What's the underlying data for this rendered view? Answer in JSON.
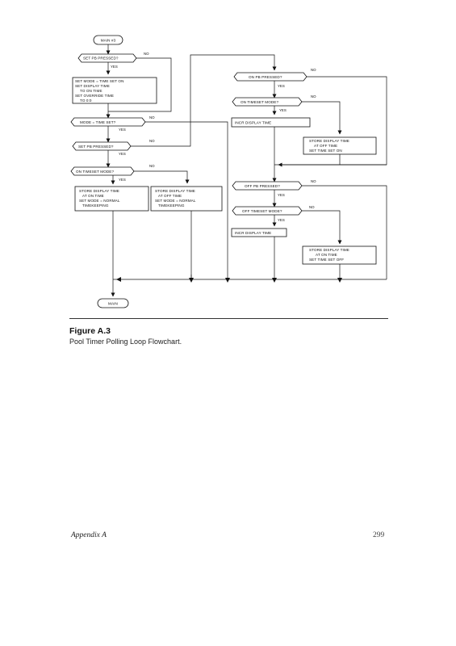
{
  "flowchart": {
    "main_start": "MAIN #3",
    "set_pb_pressed_1": "SET PB PRESSED?",
    "set_mode_lines": [
      "SET MODE = TIME SET ON",
      "SET DISPLAY TIME",
      "TO ON TIME",
      "SET OVERRIDE TIME",
      "TO 0:0"
    ],
    "mode_time_set": "MODE = TIME SET?",
    "set_pb_pressed_2": "SET PB PRESSED?",
    "on_timeset_mode_left": "ON TIMESET MODE?",
    "store_on_lines": [
      "STORE DISPLAY TIME",
      "AT ON TIME",
      "SET MODE = NORMAL",
      "TIMEKEEPING"
    ],
    "store_off_lines": [
      "STORE DISPLAY TIME",
      "AT OFF TIME",
      "SET MODE = NORMAL",
      "TIMEKEEPING"
    ],
    "on_pb_pressed": "ON PB PRESSED?",
    "on_timeset_mode_right": "ON TIMESET MODE?",
    "incr_display_1": "INCR DISPLAY TIME",
    "store_off_set_lines": [
      "STORE DISPLAY TIME",
      "AT OFF TIME",
      "SET TIME SET ON"
    ],
    "off_pb_pressed": "OFF PB PRESSED?",
    "off_timeset_mode": "OFF TIMESET MODE?",
    "incr_display_2": "INCR DISPLAY TIME",
    "store_on_off_lines": [
      "STORE DISPLAY TIME",
      "AT ON TIME",
      "SET TIME SET OFF"
    ],
    "main_end": "MAIN",
    "yes": "YES",
    "no": "NO"
  },
  "figure": {
    "label": "Figure A.3",
    "caption": "Pool Timer Polling Loop Flowchart."
  },
  "footer": {
    "left": "Appendix A",
    "page_number": "299"
  }
}
